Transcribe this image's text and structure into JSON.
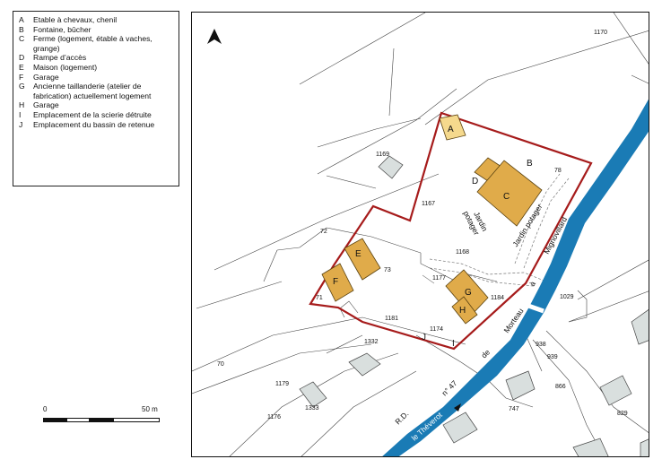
{
  "legend": {
    "items": [
      {
        "key": "A",
        "text": "Etable à chevaux, chenil"
      },
      {
        "key": "B",
        "text": "Fontaine, bûcher"
      },
      {
        "key": "C",
        "text": "Ferme (logement, étable à vaches, grange)"
      },
      {
        "key": "D",
        "text": "Rampe d’accès"
      },
      {
        "key": "E",
        "text": "Maison (logement)"
      },
      {
        "key": "F",
        "text": "Garage"
      },
      {
        "key": "G",
        "text": "Ancienne taillanderie (atelier de fabrication) actuellement logement"
      },
      {
        "key": "H",
        "text": "Garage"
      },
      {
        "key": "I",
        "text": "Emplacement de la scierie détruite"
      },
      {
        "key": "J",
        "text": "Emplacement du bassin de retenue"
      }
    ]
  },
  "scale": {
    "start": "0",
    "end": "50 m"
  },
  "map": {
    "north_icon": "north-arrow-icon",
    "colors": {
      "building": "#e0ab4a",
      "building_light": "#f5d98d",
      "parcel_boundary": "#a61b1b",
      "river": "#1a7bb5",
      "neighbor_building": "#d9dfde"
    },
    "parcels": {
      "p1170": "1170",
      "p1169": "1169",
      "p78": "78",
      "p1167": "1167",
      "p72": "72",
      "p73": "73",
      "p71": "71",
      "p1168": "1168",
      "p1177": "1177",
      "p1184": "1184",
      "p1029": "1029",
      "p1181": "1181",
      "p1174": "1174",
      "p1332": "1332",
      "p938": "938",
      "p939": "939",
      "p70": "70",
      "p1179": "1179",
      "p866": "866",
      "p1176": "1176",
      "p1333": "1333",
      "p747": "747",
      "p829": "829"
    },
    "buildings": {
      "A": "A",
      "B": "B",
      "C": "C",
      "D": "D",
      "E": "E",
      "F": "F",
      "G": "G",
      "H": "H",
      "I": "I",
      "J": "J"
    },
    "garden1": [
      "Jardin",
      "potager"
    ],
    "garden2": "Jardin potager",
    "road_words": [
      "R.D.",
      "n° 47",
      "de",
      "Morteau",
      "à",
      "Mignovillard"
    ],
    "river_label": "le Théverot"
  }
}
